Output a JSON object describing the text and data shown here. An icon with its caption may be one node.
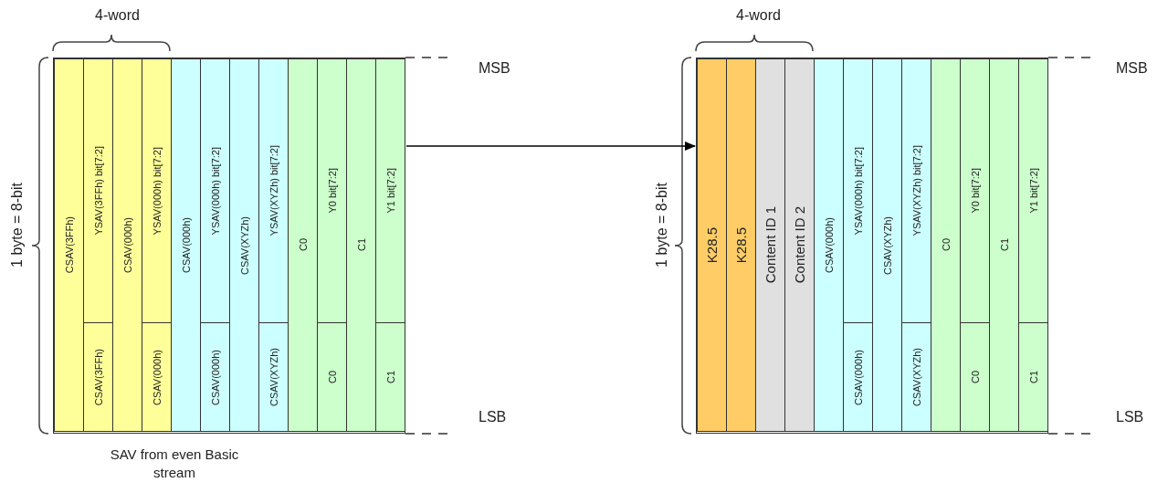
{
  "diagram": {
    "nodes": [
      {
        "text": [
          "SAV from even Basic stream"
        ]
      },
      {
        "text": [
          "CSAV(3FFh)"
        ],
        "in": 0
      },
      {
        "text": [
          "YSAV(3FFh) bit[7:2]"
        ],
        "in": 0
      },
      {
        "text": [
          "CSAV(3FFh)"
        ],
        "in": 0
      },
      {
        "text": [
          "CSAV(000h)"
        ],
        "in": 0
      },
      {
        "text": [
          "YSAV(000h) bit[7:2]"
        ],
        "in": 0
      },
      {
        "text": [
          "CSAV(000h)"
        ],
        "in": 0
      },
      {
        "text": [
          "CSAV(000h)"
        ],
        "in": 0
      },
      {
        "text": [
          "YSAV(000h) bit[7:2]"
        ],
        "in": 0
      },
      {
        "text": [
          "CSAV(000h)"
        ],
        "in": 0
      },
      {
        "text": [
          "CSAV(XYZh)"
        ],
        "in": 0
      },
      {
        "text": [
          "YSAV(XYZh) bit[7:2]"
        ],
        "in": 0
      },
      {
        "text": [
          "CSAV(XYZh)"
        ],
        "in": 0
      },
      {
        "text": [
          "C0"
        ],
        "in": 0
      },
      {
        "text": [
          "Y0 bit[7:2]"
        ],
        "in": 0
      },
      {
        "text": [
          "C0"
        ],
        "in": 0
      },
      {
        "text": [
          "C1"
        ],
        "in": 0
      },
      {
        "text": [
          "Y1 bit[7:2]"
        ],
        "in": 0
      },
      {
        "text": [
          "C1"
        ],
        "in": 0
      },
      {
        "text": [],
        "shape": "box"
      },
      {
        "text": [
          "K28.5"
        ],
        "in": 19
      },
      {
        "text": [
          "K28.5"
        ],
        "in": 19
      },
      {
        "text": [
          "Content ID 1"
        ],
        "in": 19
      },
      {
        "text": [
          "Content ID 2"
        ],
        "in": 19
      },
      {
        "text": [
          "CSAV(000h)"
        ],
        "in": 19
      },
      {
        "text": [
          "YSAV(000h) bit[7:2]"
        ],
        "in": 19
      },
      {
        "text": [
          "CSAV(000h)"
        ],
        "in": 19
      },
      {
        "text": [
          "CSAV(XYZh)"
        ],
        "in": 19
      },
      {
        "text": [
          "YSAV(XYZh) bit[7:2]"
        ],
        "in": 19
      },
      {
        "text": [
          "CSAV(XYZh)"
        ],
        "in": 19
      },
      {
        "text": [
          "C0"
        ],
        "in": 19
      },
      {
        "text": [
          "Y0 bit[7:2]"
        ],
        "in": 19
      },
      {
        "text": [
          "C0"
        ],
        "in": 19
      },
      {
        "text": [
          "C1"
        ],
        "in": 19
      },
      {
        "text": [
          "Y1 bit[7:2]"
        ],
        "in": 19
      },
      {
        "text": [
          "C1"
        ],
        "in": 19
      }
    ],
    "edges": [
      {
        "from": 0,
        "to": 19,
        "arrow": "to"
      }
    ],
    "labels": [
      "4-word",
      "4-word",
      "MSB",
      "MSB",
      "1 byte = 8-bit",
      "1 byte = 8-bit",
      "LSB",
      "LSB"
    ]
  }
}
